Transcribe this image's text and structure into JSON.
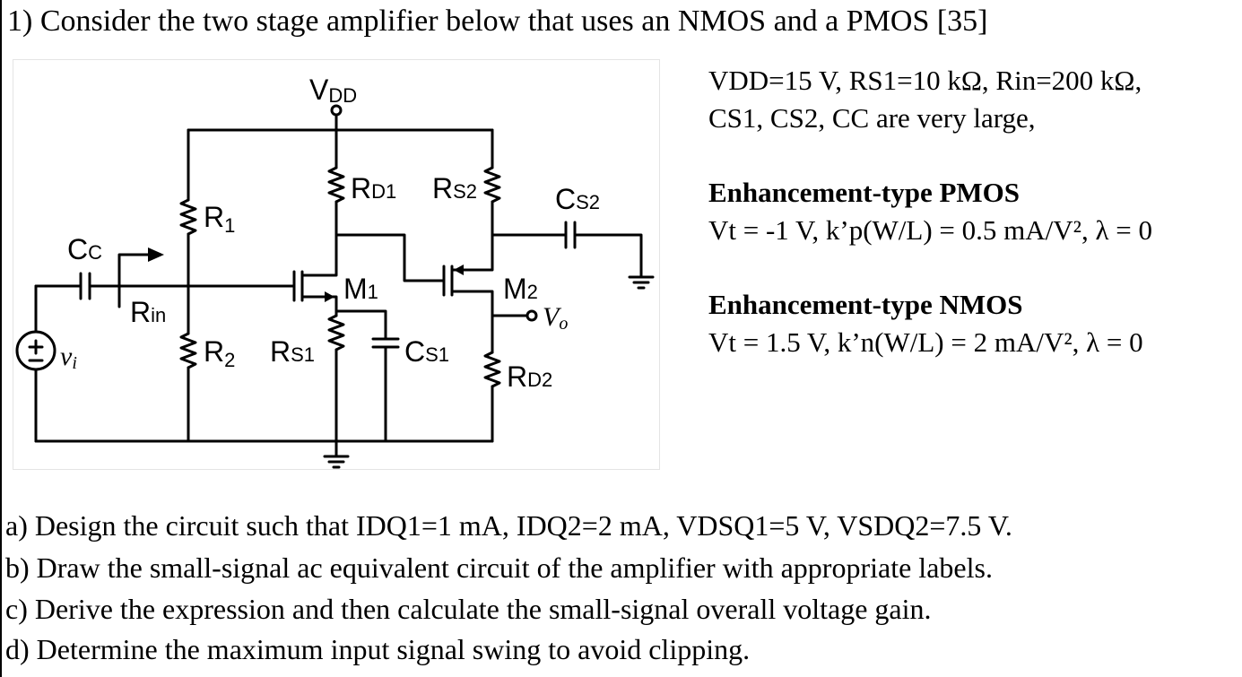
{
  "heading": "1) Consider the two stage amplifier below that uses an NMOS and a PMOS [35]",
  "given": {
    "line1": "VDD=15 V, RS1=10 kΩ, Rin=200 kΩ,",
    "line2": "CS1, CS2, CC are very large,",
    "pmos_title": "Enhancement-type PMOS",
    "pmos_params": "Vt = -1 V, k’p(W/L) = 0.5 mA/V², λ = 0",
    "nmos_title": "Enhancement-type NMOS",
    "nmos_params": "Vt = 1.5 V, k’n(W/L) = 2 mA/V², λ = 0"
  },
  "circuit": {
    "vdd": {
      "main": "V",
      "sub": "DD"
    },
    "r1": {
      "main": "R",
      "sub": "1"
    },
    "r2": {
      "main": "R",
      "sub": "2"
    },
    "rd1": {
      "main": "R",
      "sub": "D1"
    },
    "rs2": {
      "main": "R",
      "sub": "S2"
    },
    "rs1": {
      "main": "R",
      "sub": "S1"
    },
    "rd2": {
      "main": "R",
      "sub": "D2"
    },
    "cc": {
      "main": "C",
      "sub": "C"
    },
    "cs1": {
      "main": "C",
      "sub": "S1"
    },
    "cs2": {
      "main": "C",
      "sub": "S2"
    },
    "rin": {
      "main": "R",
      "sub": "in"
    },
    "m1": {
      "main": "M",
      "sub": "1"
    },
    "m2": {
      "main": "M",
      "sub": "2"
    },
    "vi": {
      "main": "v",
      "sub": "i"
    },
    "vo": {
      "main": "V",
      "sub": "o"
    }
  },
  "questions": [
    "a) Design the circuit such that IDQ1=1 mA, IDQ2=2 mA, VDSQ1=5 V, VSDQ2=7.5 V.",
    "b) Draw the small-signal ac equivalent circuit of the amplifier with appropriate labels.",
    "c) Derive the expression and then calculate the small-signal overall voltage gain.",
    "d) Determine the maximum input signal swing to avoid clipping."
  ]
}
